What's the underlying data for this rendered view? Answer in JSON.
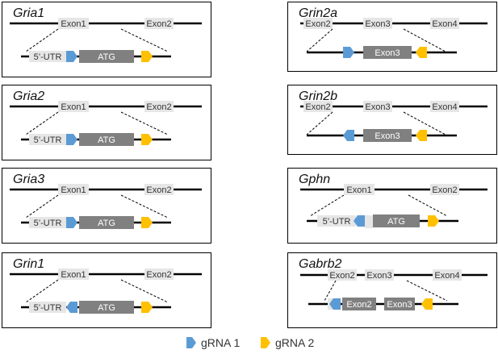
{
  "colors": {
    "grna1": "#5B9BD5",
    "grna2": "#FFC000",
    "label_box": "#E6E6E6",
    "exon_box": "#808080",
    "line": "#000000"
  },
  "panels": [
    {
      "gene": "Gria1",
      "genomic_exons": [
        "Exon1",
        "Exon2"
      ],
      "transcript": [
        "5’-UTR",
        "gRNA1",
        "ATG",
        "gRNA2"
      ]
    },
    {
      "gene": "Gria2",
      "genomic_exons": [
        "Exon1",
        "Exon2"
      ],
      "transcript": [
        "5’-UTR",
        "gRNA1",
        "ATG",
        "gRNA2"
      ]
    },
    {
      "gene": "Gria3",
      "genomic_exons": [
        "Exon1",
        "Exon2"
      ],
      "transcript": [
        "5’-UTR",
        "gRNA1",
        "ATG",
        "gRNA2"
      ]
    },
    {
      "gene": "Grin1",
      "genomic_exons": [
        "Exon1",
        "Exon2"
      ],
      "transcript": [
        "5’-UTR",
        "gRNA1",
        "ATG",
        "gRNA2"
      ]
    },
    {
      "gene": "Grin2a",
      "genomic_exons": [
        "Exon2",
        "Exon3",
        "Exon4"
      ],
      "transcript": [
        "gRNA1",
        "Exon3",
        "gRNA2"
      ]
    },
    {
      "gene": "Grin2b",
      "genomic_exons": [
        "Exon2",
        "Exon3",
        "Exon4"
      ],
      "transcript": [
        "gRNA1",
        "Exon3",
        "gRNA2"
      ]
    },
    {
      "gene": "Gphn",
      "genomic_exons": [
        "Exon1",
        "Exon2"
      ],
      "transcript": [
        "5’-UTR",
        "gRNA1",
        "ATG",
        "gRNA2"
      ]
    },
    {
      "gene": "Gabrb2",
      "genomic_exons": [
        "Exon2",
        "Exon3",
        "Exon4"
      ],
      "transcript": [
        "gRNA1",
        "Exon2",
        "Exon3",
        "gRNA2"
      ]
    }
  ],
  "legend": {
    "grna1_label": "gRNA 1",
    "grna2_label": "gRNA 2"
  }
}
